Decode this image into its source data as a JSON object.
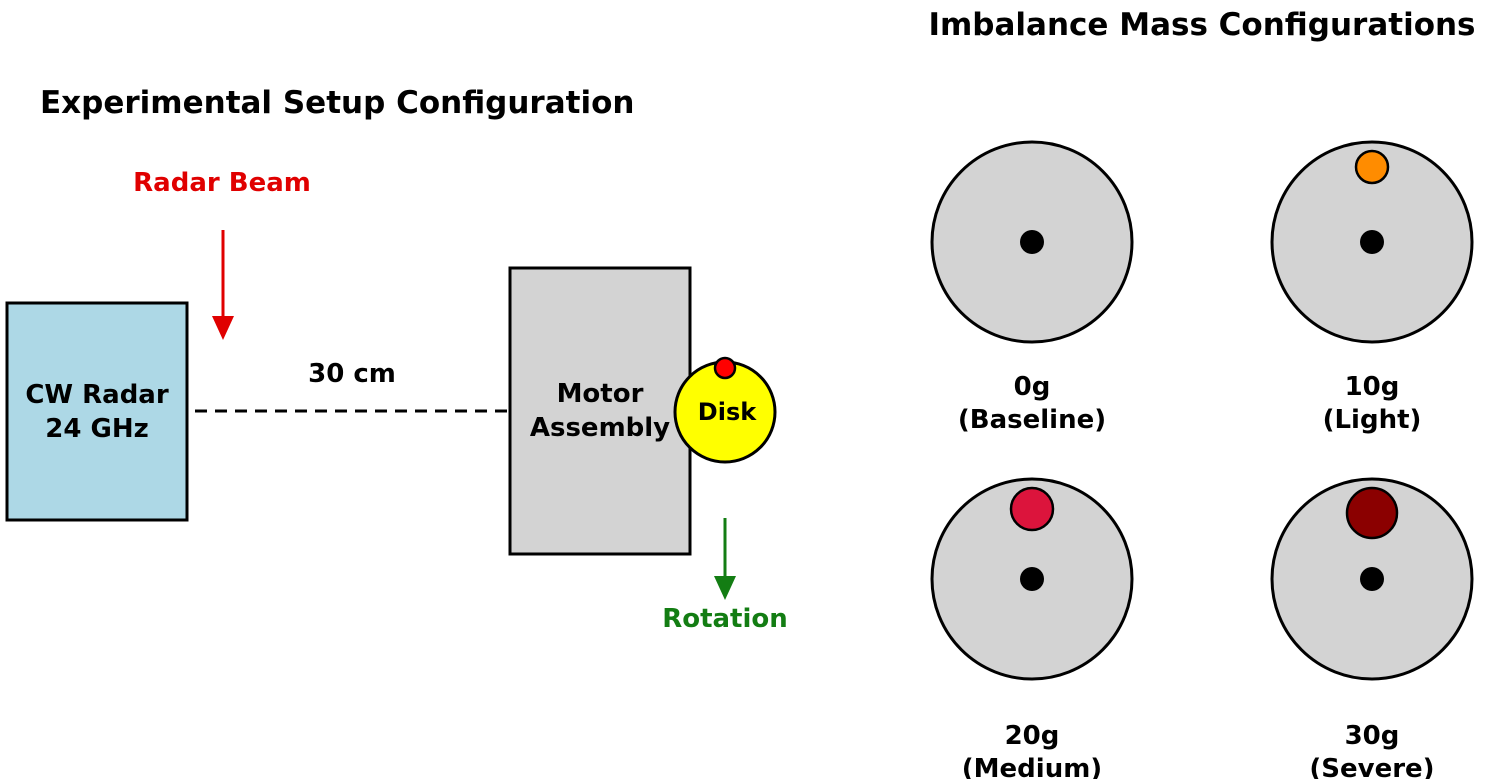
{
  "setup": {
    "title": "Experimental Setup Configuration",
    "radar_beam_label": "Radar Beam",
    "radar_label_line1": "CW Radar",
    "radar_label_line2": "24 GHz",
    "distance_label": "30 cm",
    "motor_label_line1": "Motor",
    "motor_label_line2": "Assembly",
    "disk_label": "Disk",
    "rotation_label": "Rotation",
    "colors": {
      "radar_box": "#add8e6",
      "motor_box": "#d3d3d3",
      "disk": "#ffff00",
      "disk_mass": "#ff0000",
      "beam_arrow": "#e00000",
      "rotation_arrow": "#137d13"
    }
  },
  "imbalance": {
    "title": "Imbalance Mass Configurations",
    "disk_color": "#d3d3d3",
    "configs": [
      {
        "mass": "0g",
        "label": "(Baseline)",
        "mass_color": null
      },
      {
        "mass": "10g",
        "label": "(Light)",
        "mass_color": "#ff8c00"
      },
      {
        "mass": "20g",
        "label": "(Medium)",
        "mass_color": "#dc143c"
      },
      {
        "mass": "30g",
        "label": "(Severe)",
        "mass_color": "#8b0000"
      }
    ]
  }
}
